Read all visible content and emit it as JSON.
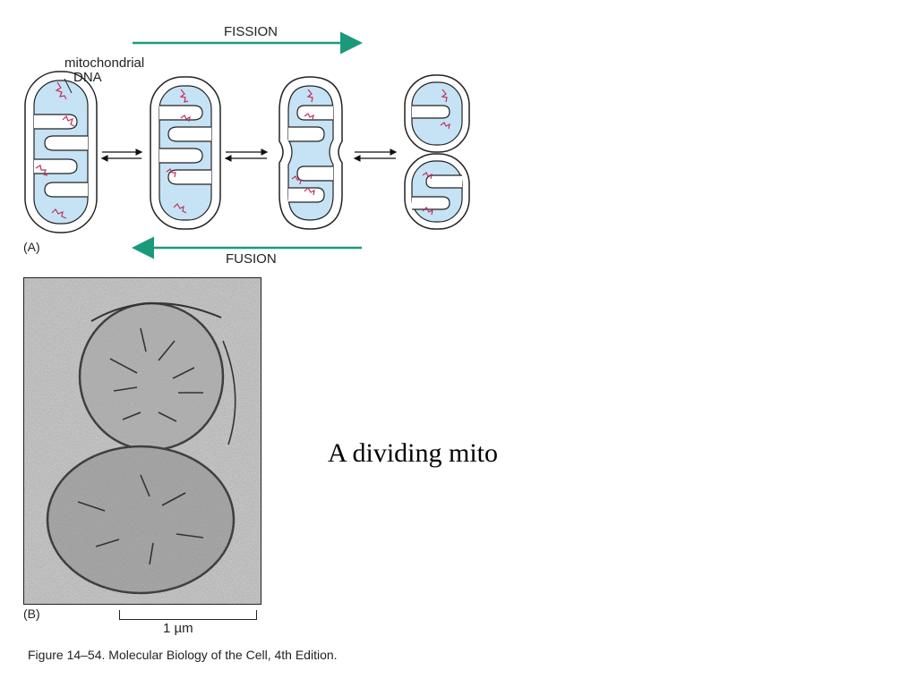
{
  "diagram": {
    "fission_label": "FISSION",
    "fusion_label": "FUSION",
    "dna_label_line1": "mitochondrial",
    "dna_label_line2": "DNA",
    "panel_a_label": "(A)",
    "arrow_color": "#1a9a7a",
    "matrix_color": "#c6e2f5",
    "dna_color": "#c0305a"
  },
  "micrograph": {
    "panel_b_label": "(B)",
    "scale_label": "1 µm"
  },
  "caption": {
    "text": "A dividing mito"
  },
  "credit": {
    "text": "Figure 14–54. Molecular Biology of the Cell, 4th Edition."
  }
}
